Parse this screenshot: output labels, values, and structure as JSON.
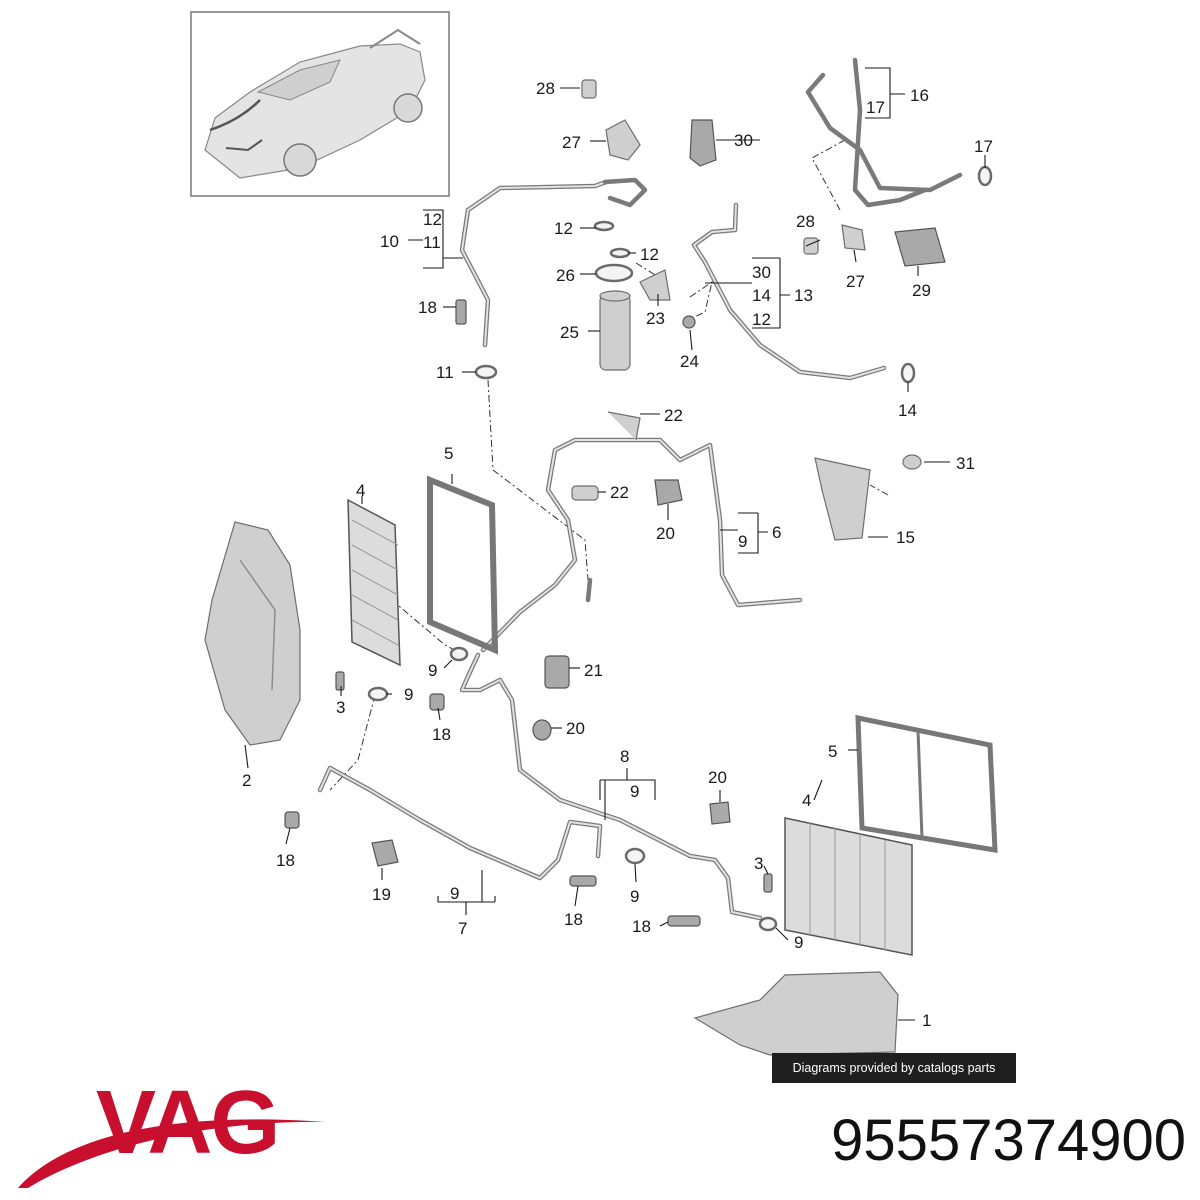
{
  "credit": "Diagrams provided by catalogs parts",
  "brand": {
    "name": "VAG",
    "color": "#c8102e"
  },
  "part_number": "95557374900",
  "callouts": {
    "c1": "1",
    "c2": "2",
    "c3a": "3",
    "c3b": "3",
    "c4a": "4",
    "c4b": "4",
    "c5a": "5",
    "c5b": "5",
    "c6": "6",
    "c7": "7",
    "c8": "8",
    "c9a": "9",
    "c9b": "9",
    "c9c": "9",
    "c9d": "9",
    "c9e": "9",
    "c9f": "9",
    "c9g": "9",
    "c10": "10",
    "c11a": "11",
    "c11b": "11",
    "c12a": "12",
    "c12b": "12",
    "c12c": "12",
    "c12d": "12",
    "c13": "13",
    "c14a": "14",
    "c14b": "14",
    "c15": "15",
    "c16": "16",
    "c17a": "17",
    "c17b": "17",
    "c18a": "18",
    "c18b": "18",
    "c18c": "18",
    "c18d": "18",
    "c18e": "18",
    "c19": "19",
    "c20a": "20",
    "c20b": "20",
    "c20c": "20",
    "c21": "21",
    "c22a": "22",
    "c22b": "22",
    "c23": "23",
    "c24": "24",
    "c25": "25",
    "c26": "26",
    "c27a": "27",
    "c27b": "27",
    "c28a": "28",
    "c28b": "28",
    "c29": "29",
    "c30a": "30",
    "c30b": "30",
    "c31": "31"
  }
}
